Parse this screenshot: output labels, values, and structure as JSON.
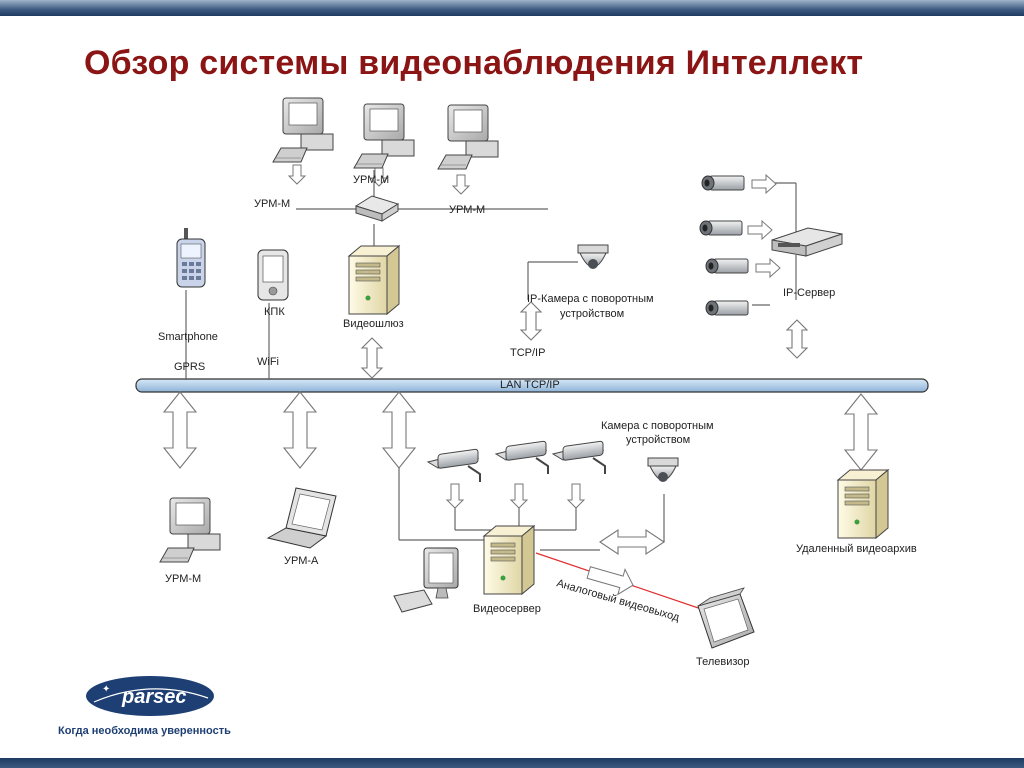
{
  "title": "Обзор системы видеонаблюдения Интеллект",
  "labels": {
    "urm_m_top_left": "УРМ-М",
    "urm_m_top_mid": "УРМ-М",
    "urm_m_top_right": "УРМ-М",
    "smartphone": "Smartphone",
    "gprs": "GPRS",
    "kpk": "КПК",
    "wifi": "WiFi",
    "videogateway": "Видеошлюз",
    "ip_camera": "IP-Камера с поворотным\nустройством",
    "tcp_ip": "TCP/IP",
    "ip_server": "IP-Сервер",
    "lan": "LAN TCP/IP",
    "ptz_camera": "Камера с поворотным\nустройством",
    "urm_m_bottom": "УРМ-М",
    "urm_a": "УРМ-А",
    "videoserver": "Видеосервер",
    "analog_out": "Аналоговый видеовыход",
    "tv": "Телевизор",
    "remote_archive": "Удаленный видеоархив"
  },
  "logo": {
    "text": "parsec"
  },
  "tagline": "Когда необходима уверенность",
  "colors": {
    "title": "#8b1414",
    "lan_bus": "#a9c8e6",
    "analog_link": "#e03030",
    "brand": "#1e3f74"
  }
}
